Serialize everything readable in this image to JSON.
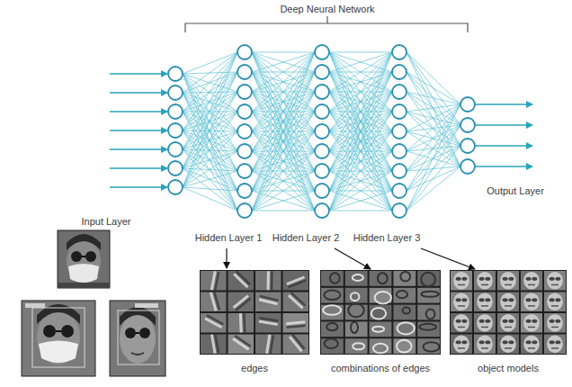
{
  "diagram": {
    "title": "Deep Neural Network",
    "labels": [
      "Input Layer",
      "Hidden Layer 1",
      "Hidden Layer 2",
      "Hidden Layer 3",
      "Output Layer",
      "edges",
      "combinations of edges",
      "object models"
    ]
  }
}
